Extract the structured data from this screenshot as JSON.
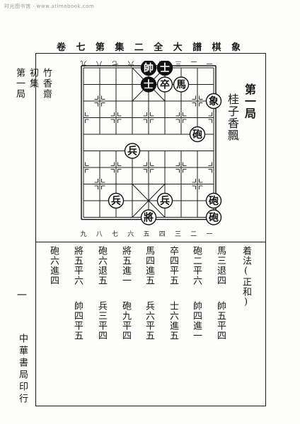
{
  "watermark": "时光图书馆 · www.atimebook.com",
  "header": {
    "chars": [
      "象",
      "棋",
      "譜",
      "大",
      "全",
      "二",
      "集",
      "第",
      "七",
      "卷"
    ]
  },
  "sidebar": {
    "book_title": [
      "竹香齋",
      "初集",
      "第一局"
    ],
    "mark": "一",
    "publisher": "中華書局印行"
  },
  "game": {
    "title": "第一局",
    "name": "桂子香飄"
  },
  "board": {
    "top_numbers": [
      "一",
      "二",
      "三",
      "四",
      "五",
      "六",
      "七",
      "八",
      "九"
    ],
    "bottom_numbers": [
      "九",
      "八",
      "七",
      "六",
      "五",
      "四",
      "三",
      "二",
      "一"
    ],
    "pieces": [
      {
        "label": "帥",
        "side": "black",
        "file": 4,
        "rank": 0
      },
      {
        "label": "士",
        "side": "black",
        "file": 5,
        "rank": 0
      },
      {
        "label": "士",
        "side": "black",
        "file": 4,
        "rank": 1
      },
      {
        "label": "卒",
        "side": "white",
        "file": 5,
        "rank": 1
      },
      {
        "label": "馬",
        "side": "white",
        "file": 6,
        "rank": 1
      },
      {
        "label": "象",
        "side": "white",
        "file": 8,
        "rank": 2
      },
      {
        "label": "砲",
        "side": "white",
        "file": 7,
        "rank": 4
      },
      {
        "label": "兵",
        "side": "white",
        "file": 3,
        "rank": 5
      },
      {
        "label": "兵",
        "side": "white",
        "file": 2,
        "rank": 8
      },
      {
        "label": "兵",
        "side": "white",
        "file": 5,
        "rank": 8
      },
      {
        "label": "砲",
        "side": "white",
        "file": 8,
        "rank": 8
      },
      {
        "label": "將",
        "side": "white",
        "file": 4,
        "rank": 9
      },
      {
        "label": "砲",
        "side": "white",
        "file": 8,
        "rank": 9
      }
    ]
  },
  "moves": {
    "heading": "着法(正和)",
    "columns": [
      [
        "馬三退四",
        "帥五平四"
      ],
      [
        "砲二平六",
        "帥四進一"
      ],
      [
        "卒四平五",
        "士六進五"
      ],
      [
        "馬四進五",
        "兵六平五"
      ],
      [
        "將五進一",
        "砲九平四"
      ],
      [
        "砲六退五",
        "兵三平四"
      ],
      [
        "將五平六",
        "帥四平五"
      ],
      [
        "砲六進四"
      ]
    ]
  }
}
